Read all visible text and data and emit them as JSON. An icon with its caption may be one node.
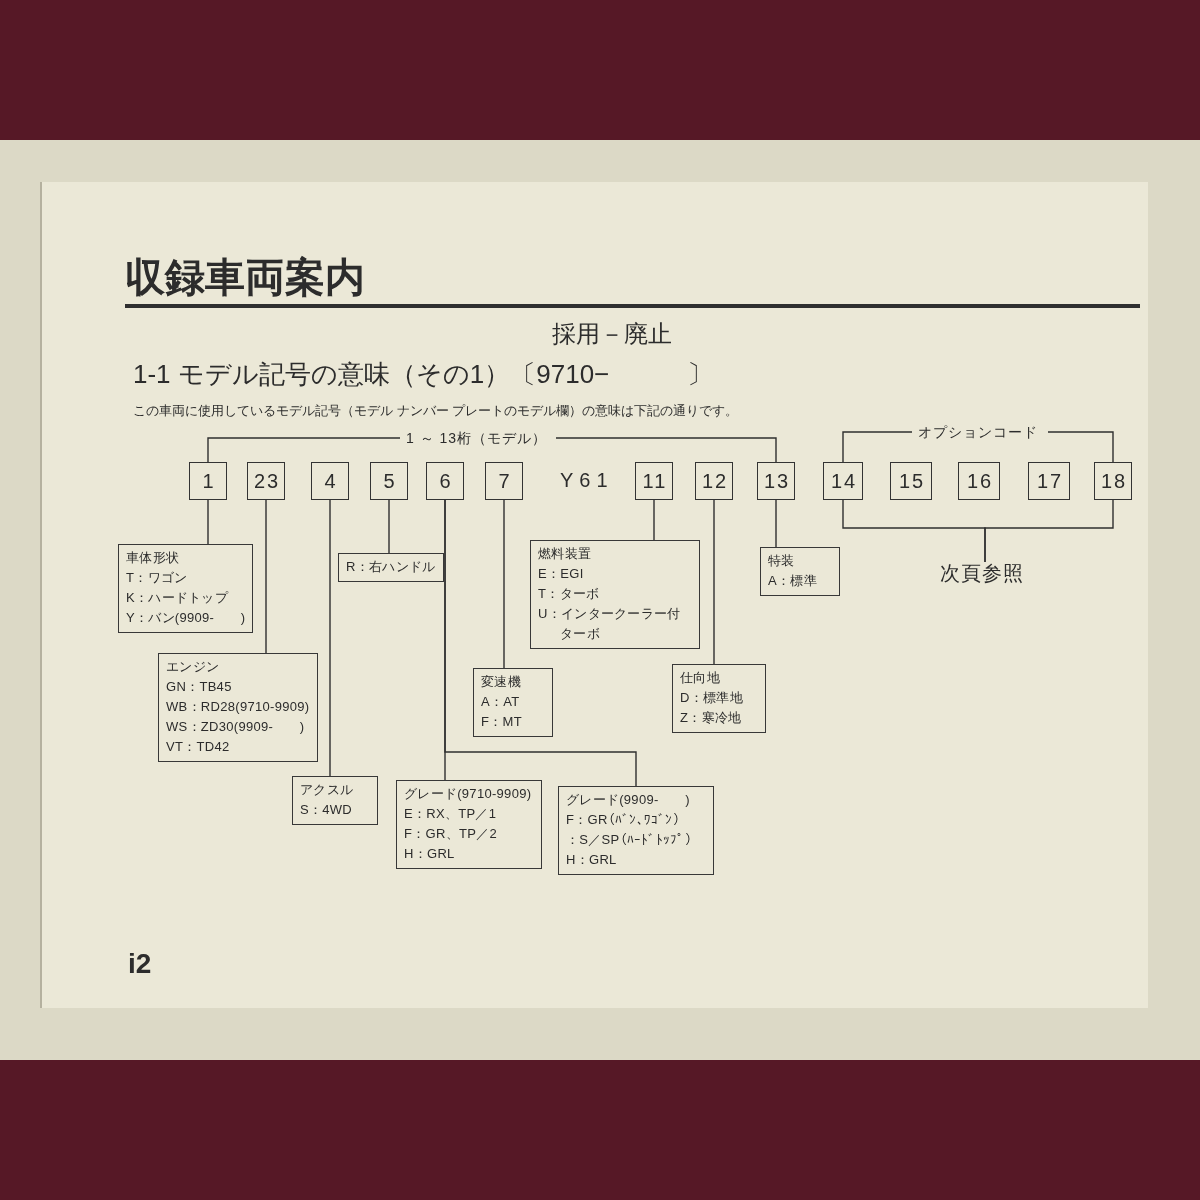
{
  "diagram": {
    "title": "収録車両案内",
    "nodes": [
      {
        "text": [
          "1"
        ]
      },
      {
        "text": [
          "23"
        ]
      },
      {
        "text": [
          "4"
        ]
      },
      {
        "text": [
          "5"
        ]
      },
      {
        "text": [
          "6"
        ]
      },
      {
        "text": [
          "7"
        ]
      },
      {
        "text": [
          "11"
        ]
      },
      {
        "text": [
          "12"
        ]
      },
      {
        "text": [
          "13"
        ]
      },
      {
        "text": [
          "14"
        ]
      },
      {
        "text": [
          "15"
        ]
      },
      {
        "text": [
          "16"
        ]
      },
      {
        "text": [
          "17"
        ]
      },
      {
        "text": [
          "18"
        ]
      },
      {
        "text": [
          "車体形状",
          "T：ワゴン",
          "K：ハードトップ",
          "Y：バン(9909-　　)"
        ]
      },
      {
        "text": [
          "R：右ハンドル"
        ]
      },
      {
        "text": [
          "燃料装置",
          "E：EGI",
          "T：ターボ",
          "U：インタークーラー付ターボ"
        ]
      },
      {
        "text": [
          "特装",
          "A：標準"
        ]
      },
      {
        "text": [
          "次頁参照"
        ]
      },
      {
        "text": [
          "変速機",
          "A：AT",
          "F：MT"
        ]
      },
      {
        "text": [
          "仕向地",
          "D：標準地",
          "Z：寒冷地"
        ]
      },
      {
        "text": [
          "エンジン",
          "GN：TB45",
          "WB：RD28(9710-9909)",
          "WS：ZD30(9909-　　)",
          "VT：TD42"
        ]
      },
      {
        "text": [
          "アクスル",
          "S：4WD"
        ]
      },
      {
        "text": [
          "グレード(9710-9909)",
          "E：RX、TP／1",
          "F：GR、TP／2",
          "H：GRL"
        ]
      },
      {
        "text": [
          "グレード(9909-　　)",
          "F：GR（ﾊﾞﾝ､ﾜｺﾞﾝ）",
          "：S／SP（ﾊｰﾄﾞﾄｯﾌﾟ）",
          "H：GRL"
        ]
      }
    ],
    "edges": [
      {
        "from": 0,
        "to": 14,
        "arrow": "none"
      },
      {
        "from": 1,
        "to": 21,
        "arrow": "none"
      },
      {
        "from": 2,
        "to": 22,
        "arrow": "none"
      },
      {
        "from": 3,
        "to": 15,
        "arrow": "none"
      },
      {
        "from": 4,
        "to": 23,
        "arrow": "none"
      },
      {
        "from": 4,
        "to": 24,
        "arrow": "none"
      },
      {
        "from": 5,
        "to": 19,
        "arrow": "none"
      },
      {
        "from": 6,
        "to": 16,
        "arrow": "none"
      },
      {
        "from": 7,
        "to": 20,
        "arrow": "none"
      },
      {
        "from": 8,
        "to": 17,
        "arrow": "none"
      },
      {
        "from": 9,
        "to": 18,
        "arrow": "none"
      },
      {
        "from": 13,
        "to": 18,
        "arrow": "none"
      }
    ],
    "labels": [
      "採用－廃止",
      "1-1 モデル記号の意味（その1）〔9710−　　　〕",
      "この車両に使用しているモデル記号（モデル ナンバー プレートのモデル欄）の意味は下記の通りです。",
      "1 ～ 13桁（モデル）",
      "オプションコード",
      "Y61",
      "i2"
    ]
  }
}
